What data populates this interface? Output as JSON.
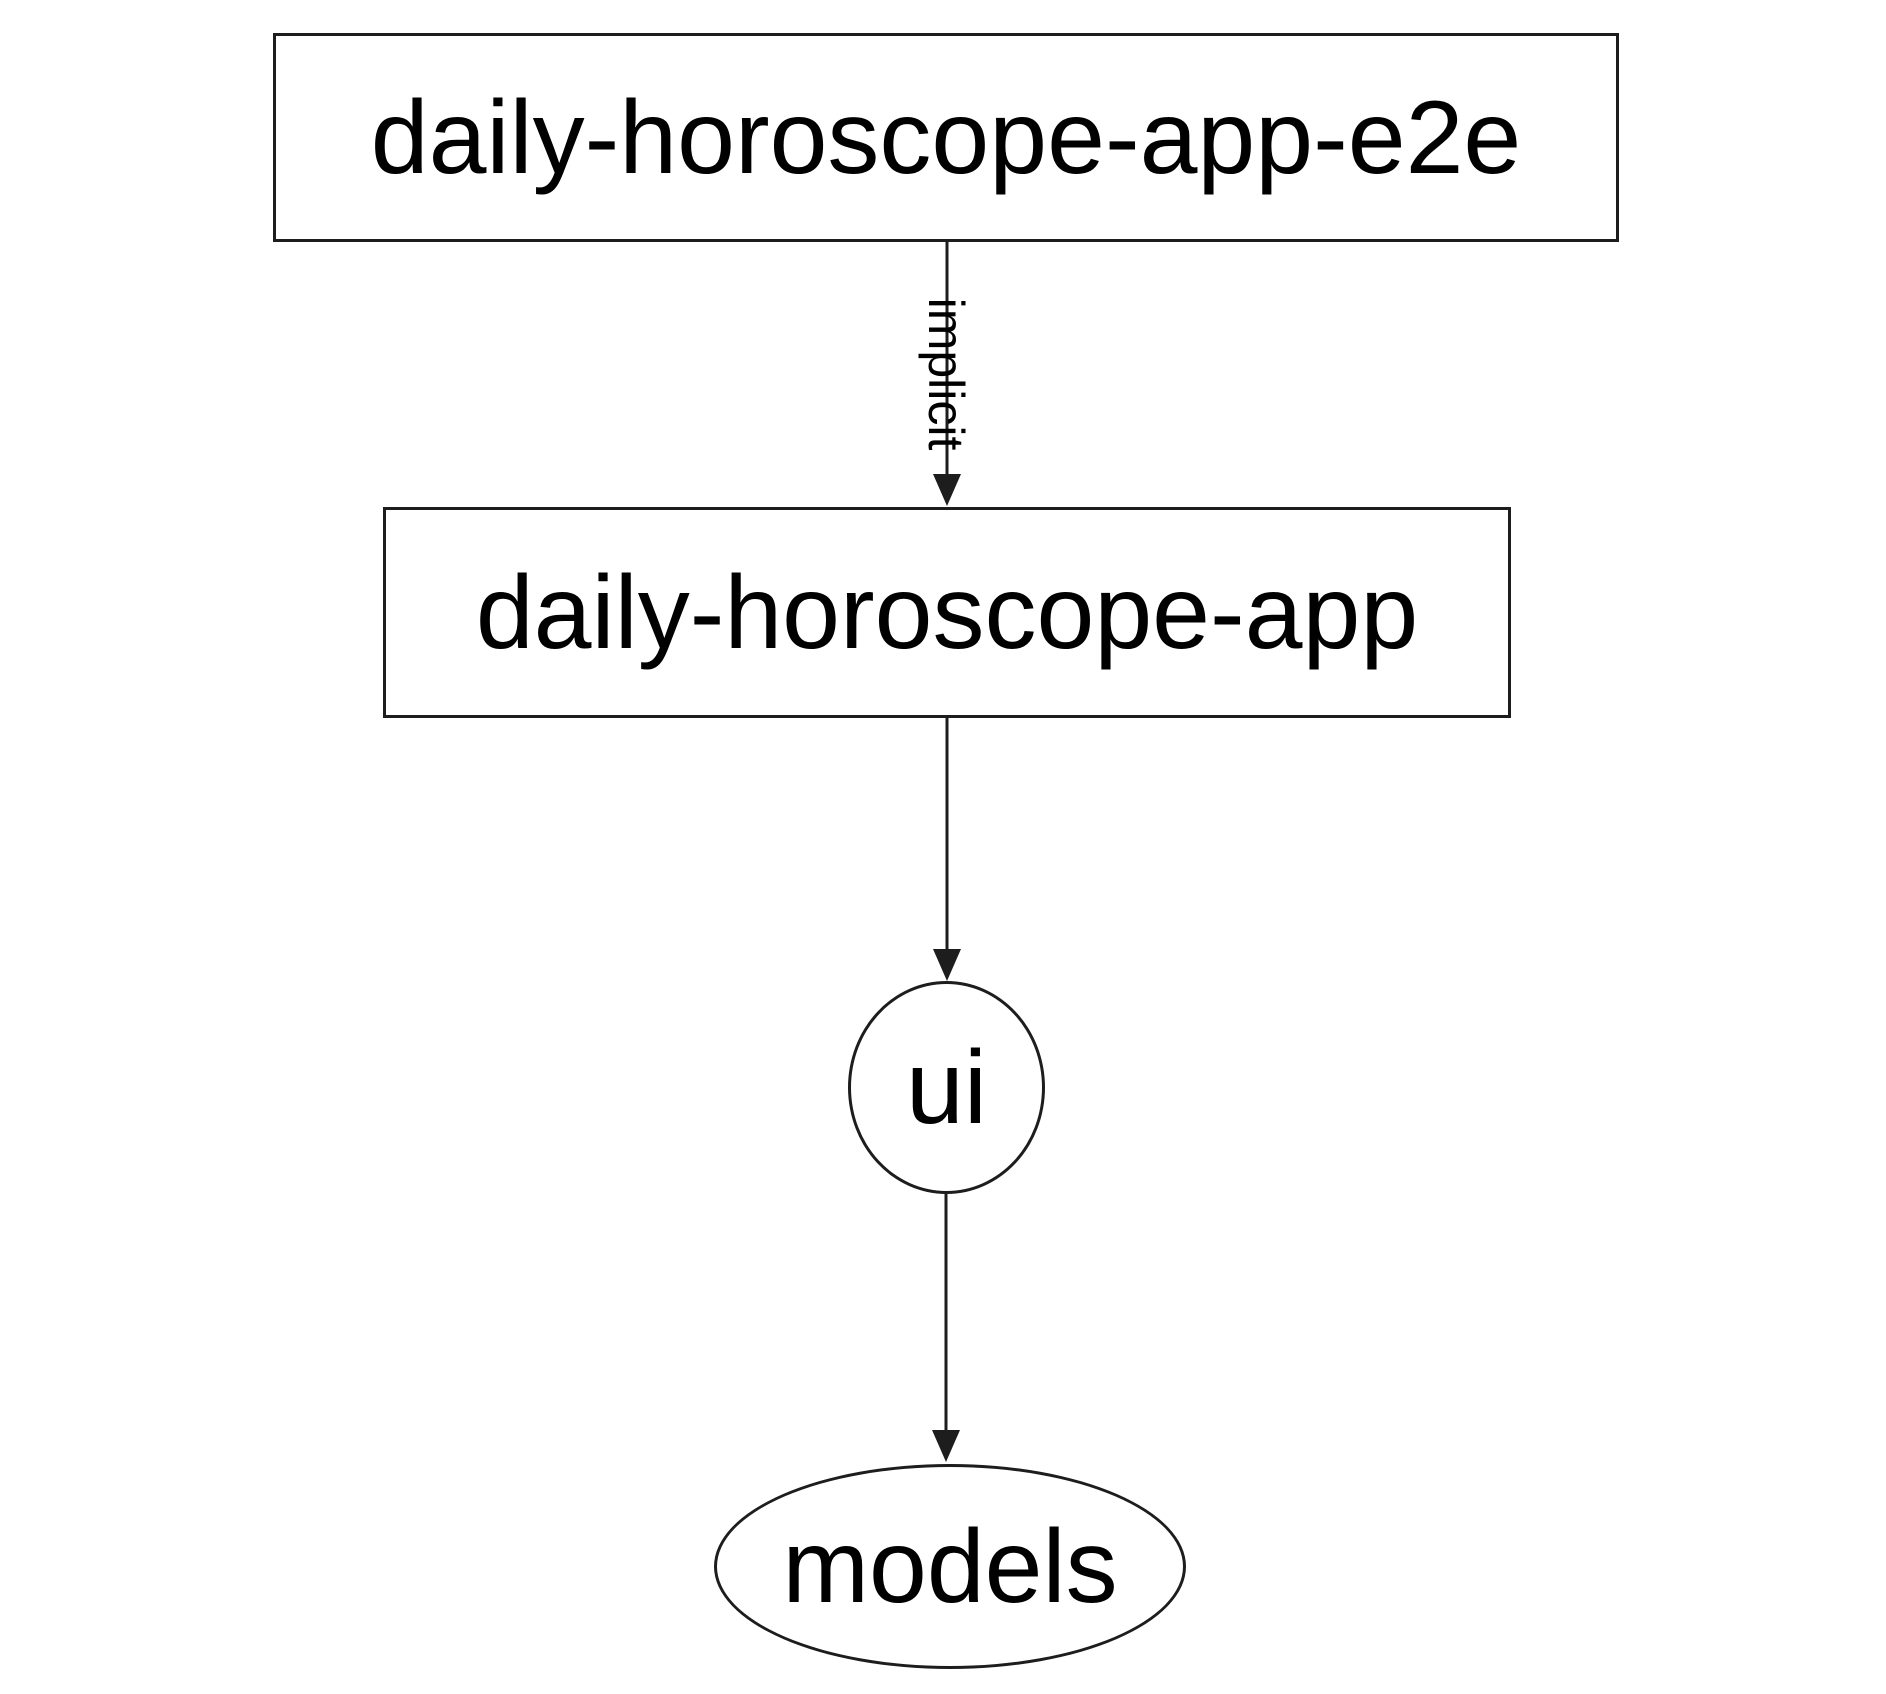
{
  "diagram": {
    "type": "dependency-graph",
    "background": "#ffffff",
    "stroke_color": "#1d1d1d",
    "text_color": "#000000",
    "node_fill": "#ffffff",
    "nodes": [
      {
        "id": "daily-horoscope-app-e2e",
        "label": "daily-horoscope-app-e2e",
        "shape": "rectangle"
      },
      {
        "id": "daily-horoscope-app",
        "label": "daily-horoscope-app",
        "shape": "rectangle"
      },
      {
        "id": "ui",
        "label": "ui",
        "shape": "ellipse"
      },
      {
        "id": "models",
        "label": "models",
        "shape": "ellipse"
      }
    ],
    "edges": [
      {
        "from": "daily-horoscope-app-e2e",
        "to": "daily-horoscope-app",
        "label": "implicit"
      },
      {
        "from": "daily-horoscope-app",
        "to": "ui",
        "label": ""
      },
      {
        "from": "ui",
        "to": "models",
        "label": ""
      }
    ]
  }
}
